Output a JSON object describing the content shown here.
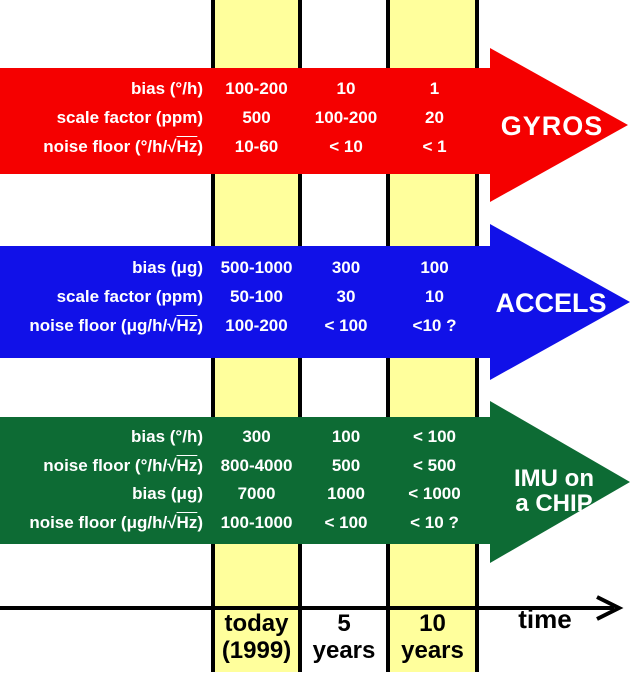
{
  "colors": {
    "gyros_red": "#F50000",
    "accels_blue": "#1111E8",
    "imu_green": "#0D6B34",
    "column_yellow": "#FFFF9C",
    "axis_black": "#000000",
    "text_on_arrow": "#FFFFFF"
  },
  "arrows": [
    {
      "label": "GYROS",
      "rows": [
        {
          "label": "bias (°/h)",
          "values": [
            "100-200",
            "10",
            "1"
          ]
        },
        {
          "label": "scale factor (ppm)",
          "values": [
            "500",
            "100-200",
            "20"
          ]
        },
        {
          "label": "noise floor (°/h/√Hz)",
          "values": [
            "10-60",
            "< 10",
            "< 1"
          ]
        }
      ]
    },
    {
      "label": "ACCELS",
      "rows": [
        {
          "label": "bias (μg)",
          "values": [
            "500-1000",
            "300",
            "100"
          ]
        },
        {
          "label": "scale factor (ppm)",
          "values": [
            "50-100",
            "30",
            "10"
          ]
        },
        {
          "label": "noise floor (μg/h/√Hz)",
          "values": [
            "100-200",
            "< 100",
            "<10 ?"
          ]
        }
      ]
    },
    {
      "label_line1": "IMU on",
      "label_line2": "a CHIP",
      "rows": [
        {
          "label": "bias (°/h)",
          "values": [
            "300",
            "100",
            "< 100"
          ]
        },
        {
          "label": "noise floor (°/h/√Hz)",
          "values": [
            "800-4000",
            "500",
            "< 500"
          ]
        },
        {
          "label": "bias (μg)",
          "values": [
            "7000",
            "1000",
            "< 1000"
          ]
        },
        {
          "label": "noise floor (μg/h/√Hz)",
          "values": [
            "100-1000",
            "< 100",
            "< 10 ?"
          ]
        }
      ]
    }
  ],
  "timeline": {
    "columns": [
      {
        "line1": "today",
        "line2": "(1999)"
      },
      {
        "line1": "5",
        "line2": "years"
      },
      {
        "line1": "10",
        "line2": "years"
      }
    ],
    "axis_label": "time"
  }
}
